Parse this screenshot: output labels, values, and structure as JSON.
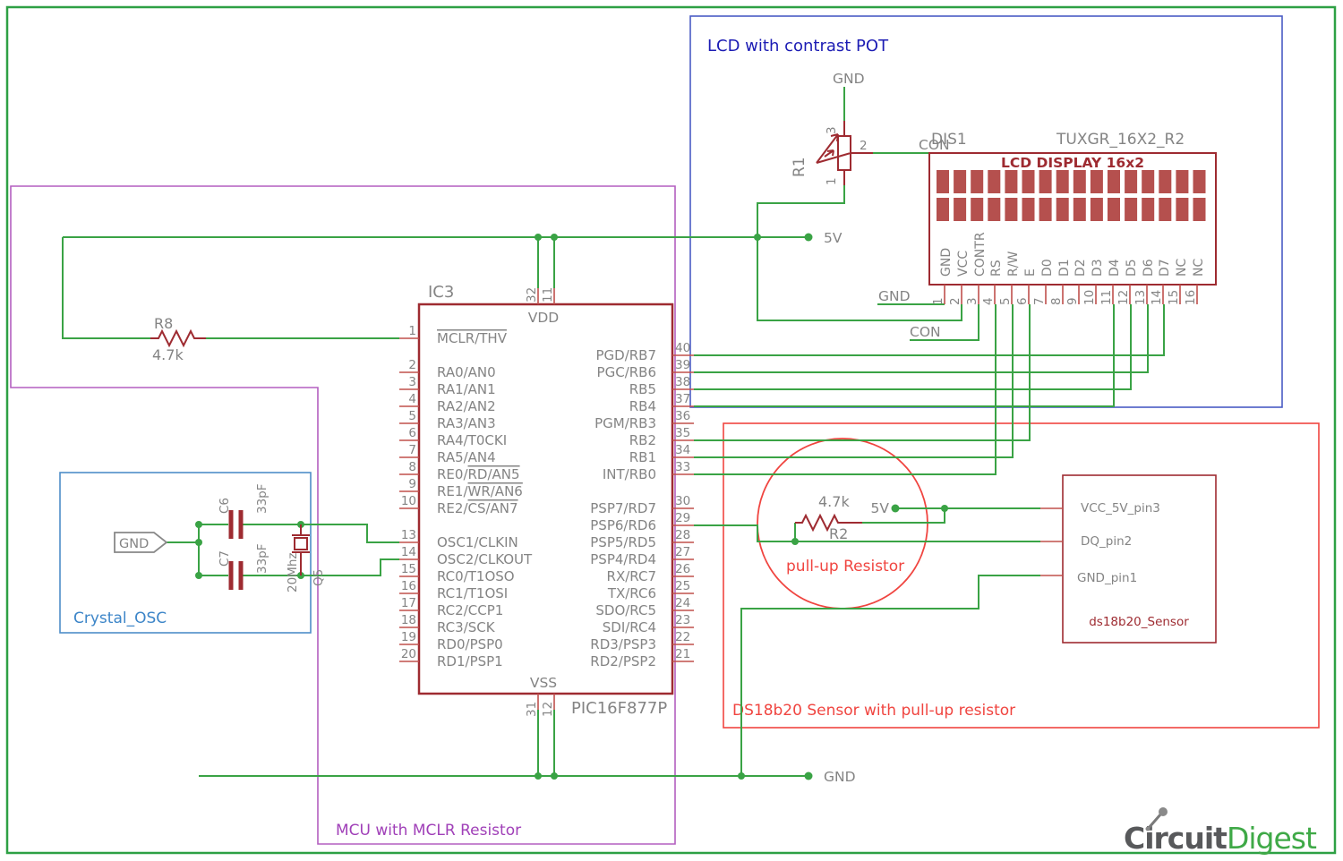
{
  "colors": {
    "wire_green": "#3aa345",
    "component_red": "#9e2b31",
    "pin_stub_red": "#c0504c",
    "label_gray": "#848484",
    "lcd_cell_fill": "#b5504e",
    "lcd_box_blue": "#4a5bc4",
    "lcd_title_blue": "#1c1cb4",
    "crystal_box_blue": "#4e8ec8",
    "crystal_label_blue": "#3c85c8",
    "purple_box": "#b35fc0",
    "purple_text": "#a040b8",
    "red_annotation": "#f04540",
    "border_green": "#2da044",
    "logo_gray": "#58595b",
    "logo_green": "#3fa947"
  },
  "titles": {
    "lcd_section": "LCD with contrast POT",
    "mcu_section": "MCU with MCLR Resistor",
    "sensor_section": "DS18b20 Sensor with pull-up resistor",
    "crystal_section": "Crystal_OSC",
    "pullup_annotation": "pull-up Resistor"
  },
  "power": {
    "rail_5v": "5V",
    "rail_gnd": "GND"
  },
  "mcu": {
    "refdes": "IC3",
    "part": "PIC16F877P",
    "vdd": "VDD",
    "vss": "VSS",
    "top_pins": [
      {
        "num": "32"
      },
      {
        "num": "11"
      }
    ],
    "bottom_pins": [
      {
        "num": "31"
      },
      {
        "num": "12"
      }
    ],
    "left_pins": [
      {
        "num": "1",
        "label": "MCLR/THV",
        "ol": 0
      },
      {
        "num": "2",
        "label": "RA0/AN0"
      },
      {
        "num": "3",
        "label": "RA1/AN1"
      },
      {
        "num": "4",
        "label": "RA2/AN2"
      },
      {
        "num": "5",
        "label": "RA3/AN3"
      },
      {
        "num": "6",
        "label": "RA4/T0CKI"
      },
      {
        "num": "7",
        "label": "RA5/AN4"
      },
      {
        "num": "8",
        "label": "RE0/RD/AN5",
        "ol": 4
      },
      {
        "num": "9",
        "label": "RE1/WR/AN6",
        "ol": 4
      },
      {
        "num": "10",
        "label": "RE2/CS/AN7",
        "ol": 4
      },
      {
        "num": "13",
        "label": "OSC1/CLKIN"
      },
      {
        "num": "14",
        "label": "OSC2/CLKOUT"
      },
      {
        "num": "15",
        "label": "RC0/T1OSO"
      },
      {
        "num": "16",
        "label": "RC1/T1OSI"
      },
      {
        "num": "17",
        "label": "RC2/CCP1"
      },
      {
        "num": "18",
        "label": "RC3/SCK"
      },
      {
        "num": "19",
        "label": "RD0/PSP0"
      },
      {
        "num": "20",
        "label": "RD1/PSP1"
      }
    ],
    "right_pins": [
      {
        "num": "40",
        "label": "PGD/RB7"
      },
      {
        "num": "39",
        "label": "PGC/RB6"
      },
      {
        "num": "38",
        "label": "RB5"
      },
      {
        "num": "37",
        "label": "RB4"
      },
      {
        "num": "36",
        "label": "PGM/RB3"
      },
      {
        "num": "35",
        "label": "RB2"
      },
      {
        "num": "34",
        "label": "RB1"
      },
      {
        "num": "33",
        "label": "INT/RB0"
      },
      {
        "num": "30",
        "label": "PSP7/RD7"
      },
      {
        "num": "29",
        "label": "PSP6/RD6"
      },
      {
        "num": "28",
        "label": "PSP5/RD5"
      },
      {
        "num": "27",
        "label": "PSP4/RD4"
      },
      {
        "num": "26",
        "label": "RX/RC7"
      },
      {
        "num": "25",
        "label": "TX/RC6"
      },
      {
        "num": "24",
        "label": "SDO/RC5"
      },
      {
        "num": "23",
        "label": "SDI/RC4"
      },
      {
        "num": "22",
        "label": "RD3/PSP3"
      },
      {
        "num": "21",
        "label": "RD2/PSP2"
      }
    ]
  },
  "lcd": {
    "refdes": "DIS1",
    "part": "TUXGR_16X2_R2",
    "display_title": "LCD DISPLAY 16x2",
    "gnd_label": "GND",
    "con_label": "CON",
    "pins": [
      {
        "num": "1",
        "name": "GND"
      },
      {
        "num": "2",
        "name": "VCC"
      },
      {
        "num": "3",
        "name": "CONTR"
      },
      {
        "num": "4",
        "name": "RS"
      },
      {
        "num": "5",
        "name": "R/W"
      },
      {
        "num": "6",
        "name": "E"
      },
      {
        "num": "7",
        "name": "D0"
      },
      {
        "num": "8",
        "name": "D1"
      },
      {
        "num": "9",
        "name": "D2"
      },
      {
        "num": "10",
        "name": "D3"
      },
      {
        "num": "11",
        "name": "D4"
      },
      {
        "num": "12",
        "name": "D5"
      },
      {
        "num": "13",
        "name": "D6"
      },
      {
        "num": "14",
        "name": "D7"
      },
      {
        "num": "15",
        "name": "NC"
      },
      {
        "num": "16",
        "name": "NC"
      }
    ]
  },
  "pot": {
    "refdes": "R1",
    "gnd": "GND",
    "con": "CON",
    "pin1": "1",
    "pin2": "2",
    "pin3": "3"
  },
  "r8": {
    "refdes": "R8",
    "value": "4.7k"
  },
  "pullup": {
    "refdes": "R2",
    "value": "4.7k",
    "v5": "5V"
  },
  "crystal": {
    "gnd_flag": "GND",
    "c6": "C6",
    "c6_val": "33pF",
    "c7": "C7",
    "c7_val": "33pF",
    "q5": "Q5",
    "q5_val": "20Mhz"
  },
  "sensor": {
    "name": "ds18b20_Sensor",
    "pins": [
      "VCC_5V_pin3",
      "DQ_pin2",
      "GND_pin1"
    ]
  },
  "bottom_gnd": "GND",
  "logo": {
    "part1": "Circuit",
    "part2": "Digest"
  }
}
